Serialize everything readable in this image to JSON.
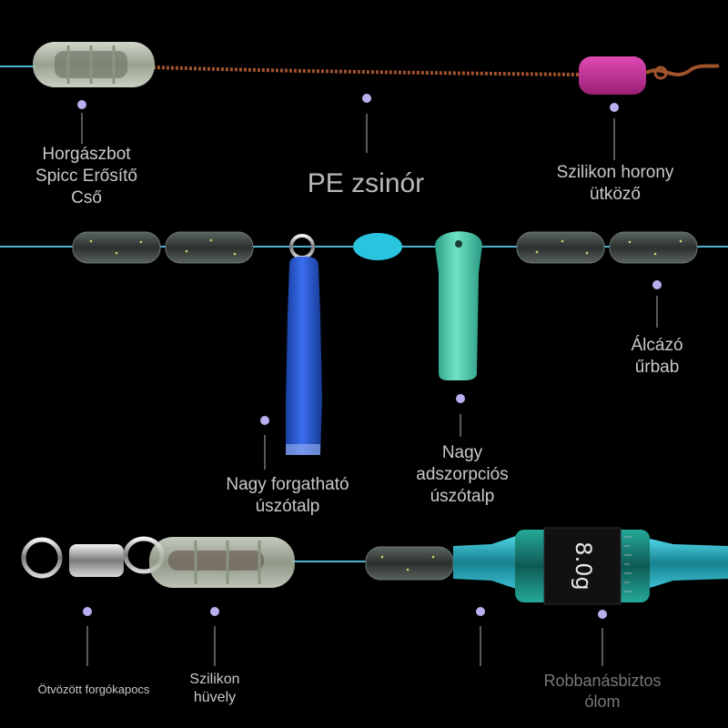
{
  "labels": {
    "tip_tube_1": "Horgászbot",
    "tip_tube_2": "Spicc Erősítő",
    "tip_tube_3": "Cső",
    "pe_line": "PE zsinór",
    "stopper_1": "Szilikon horony",
    "stopper_2": "ütköző",
    "bean_1": "Álcázó",
    "bean_2": "űrbab",
    "rot_seat_1": "Nagy forgatható",
    "rot_seat_2": "úszótalp",
    "ads_seat_1": "Nagy",
    "ads_seat_2": "adszorpciós",
    "ads_seat_3": "úszótalp",
    "swivel": "Ötvözött forgókapocs",
    "sleeve_1": "Szilikon",
    "sleeve_2": "hüvely",
    "sinker_1": "Robbanásbiztos",
    "sinker_2": "ólom"
  },
  "sinker_weight": "8.0g",
  "colors": {
    "line": "#4fb3cf",
    "braid": "#a0522d",
    "stopper": "#c0288a",
    "bead": "#29c4dd",
    "rotating_seat": "#1f4fc9",
    "adsorption_seat": "#3fc4a8",
    "sinker": "#1f8f84",
    "dot": "#b7b0ee",
    "text": "#c9c9c9"
  }
}
